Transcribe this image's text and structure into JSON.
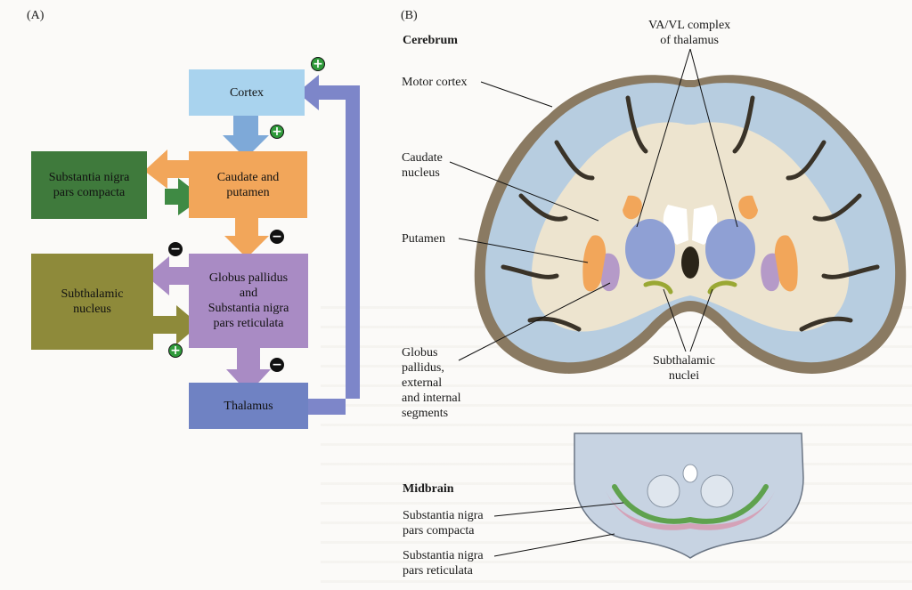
{
  "panel_a": {
    "label": "(A)",
    "boxes": {
      "cortex": "Cortex",
      "caudate_putamen": "Caudate and\nputamen",
      "snc": "Substantia nigra\npars compacta",
      "gp_snr": "Globus pallidus\nand\nSubstantia nigra\npars reticulata",
      "stn": "Subthalamic\nnucleus",
      "thalamus": "Thalamus"
    },
    "signs": {
      "plus": "+",
      "minus": "−"
    }
  },
  "panel_b": {
    "label": "(B)",
    "cerebrum_header": "Cerebrum",
    "midbrain_header": "Midbrain",
    "labels": {
      "va_vl": "VA/VL complex\nof thalamus",
      "motor_cortex": "Motor cortex",
      "caudate": "Caudate\nnucleus",
      "putamen": "Putamen",
      "globus_pallidus": "Globus\npallidus,\nexternal\nand internal\nsegments",
      "subthalamic": "Subthalamic\nnuclei",
      "snc": "Substantia nigra\npars compacta",
      "snr": "Substantia nigra\npars reticulata"
    }
  },
  "colors": {
    "cortex": "#a9d3ee",
    "caudate": "#f2a65a",
    "snc": "#3f7a3c",
    "gp_snr": "#a98bc4",
    "stn": "#8e8a3a",
    "thalamus": "#6f82c3",
    "arrow_blue": "#7ea9d8",
    "arrow_orange": "#f2a65a",
    "arrow_purple": "#a98bc4",
    "arrow_green": "#3f8a44",
    "arrow_loop": "#7d86c9"
  }
}
